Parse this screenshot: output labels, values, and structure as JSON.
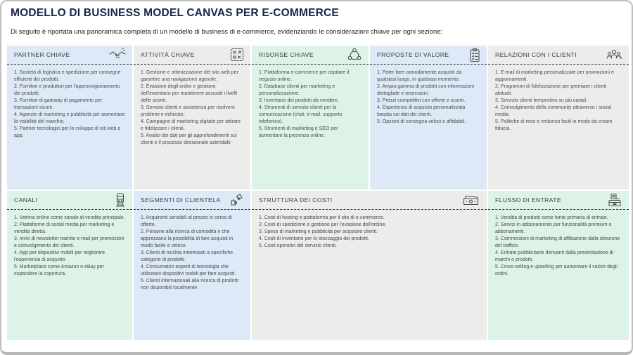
{
  "page": {
    "title": "MODELLO DI BUSINESS MODEL CANVAS PER E-COMMERCE",
    "subtitle": "Di seguito è riportata una panoramica completa di un modello di business di e-commerce, evidenziando le considerazioni chiave per ogni sezione:"
  },
  "colors": {
    "title_navy": "#16254e",
    "section_blue": "#dde9f6",
    "section_gray": "#ececeb",
    "section_green": "#ddf3e7"
  },
  "sections": {
    "partner_chiave": {
      "title": "PARTNER CHIAVE",
      "icon": "handshake-icon",
      "items": [
        "1. Società di logistica e spedizione per consegne efficienti dei prodotti.",
        "2. Fornitori e produttori per l'approvvigionamento dei prodotti.",
        "3. Fornitori di gateway di pagamento per transazioni sicure.",
        "4. Agenzie di marketing e pubblicità per aumentare la visibilità del marchio.",
        "5. Partner tecnologici per lo sviluppo di siti web e app."
      ]
    },
    "attivita_chiave": {
      "title": "ATTIVITÀ CHIAVE",
      "icon": "tactics-board-icon",
      "items": [
        "1. Gestione e ottimizzazione del sito web per garantire una navigazione agevole.",
        "2. Evasione degli ordini e gestione dell'inventario per mantenere accurati i livelli delle scorte.",
        "3. Servizio clienti e assistenza per risolvere problemi e richieste.",
        "4. Campagne di marketing digitale per attirare e fidelizzare i clienti.",
        "5. Analisi dei dati per gli approfondimenti sui clienti e il processo decisionale aziendale"
      ]
    },
    "risorse_chiave": {
      "title": "RISORSE CHIAVE",
      "icon": "cycle-icon",
      "items": [
        "1. Piattaforma e-commerce per ospitare il negozio online.",
        "2. Database clienti per marketing e personalizzazione.",
        "3. Inventario dei prodotti da vendere.",
        "4. Strumenti di servizio clienti per la comunicazione (chat, e-mail, supporto telefonico).",
        "5. Strumenti di marketing e SEO per aumentare la presenza online."
      ]
    },
    "proposte_di_valore": {
      "title": "PROPOSTE DI VALORE",
      "icon": "checklist-clipboard-icon",
      "items": [
        "1. Poter fare comodamente acquisti da qualsiasi luogo, in qualsiasi momento.",
        "2. Ampia gamma di prodotti con informazioni dettagliate e recensioni.",
        "3. Prezzi competitivi con offerte e sconti.",
        "4. Esperienza di acquisto personalizzata basata sui dati dei clienti.",
        "5. Opzioni di consegna veloci e affidabili."
      ]
    },
    "relazioni_con_i_clienti": {
      "title": "RELAZIONI CON I CLIENTI",
      "icon": "people-group-icon",
      "items": [
        "1. E-mail di marketing personalizzate per promozioni e aggiornamenti.",
        "2. Programmi di fidelizzazione per premiare i clienti abituali.",
        "3. Servizio clienti tempestivo su più canali.",
        "4. Coinvolgimento della community attraverso i social media.",
        "5. Politiche di reso e rimborso facili in modo da creare fiducia."
      ]
    },
    "canali": {
      "title": "CANALI",
      "icon": "train-icon",
      "items": [
        "1. Vetrina online come canale di vendita principale.",
        "2. Piattaforme di social media per marketing e vendita diretta.",
        "3. Invio di newsletter tramite e-mail per promozioni e coinvolgimento dei clienti.",
        "4. App per dispositivi mobili per migliorare l'esperienza di acquisto.",
        "5. Marketplace come Amazon o eBay per espandere la copertura."
      ]
    },
    "segmenti_di_clientela": {
      "title": "SEGMENTI DI CLIENTELA",
      "icon": "puzzle-icon",
      "items": [
        "1. Acquirenti sensibili al prezzo in cerca di offerte.",
        "2. Persone alla ricerca di comodità e che apprezzano la possibilità di fare acquisti in modo facile e veloce.",
        "3. Clienti di nicchia interessati a specifiche categorie di prodotti.",
        "4. Consumatori esperti di tecnologia che utilizzano dispositivi mobili per fare acquisti.",
        "5. Clienti internazionali alla ricerca di prodotti non disponibili localmente."
      ]
    },
    "struttura_dei_costi": {
      "title": "STRUTTURA DEI COSTI",
      "icon": "banknote-icon",
      "items": [
        "1. Costi di hosting e piattaforma per il sito di e-commerce.",
        "2. Costi di spedizione e gestione per l'evasione dell'ordine.",
        "3. Spese di marketing e pubblicità per acquisire clienti.",
        "4. Costi di inventario per lo stoccaggio dei prodotti.",
        "5. Costi operativi del servizio clienti."
      ]
    },
    "flusso_di_entrate": {
      "title": "FLUSSO DI ENTRATE",
      "icon": "cash-drawer-icon",
      "items": [
        "1. Vendita di prodotti come fonte primaria di entrate.",
        "2. Servizi in abbonamento per funzionalità premium o abbonamenti.",
        "3. Commissioni di marketing di affiliazione dalla direzione del traffico.",
        "4. Entrate pubblicitarie derivanti dalla presentazione di marchi o prodotti.",
        "5. Cross-selling e upselling per aumentare il valore degli ordini."
      ]
    }
  }
}
